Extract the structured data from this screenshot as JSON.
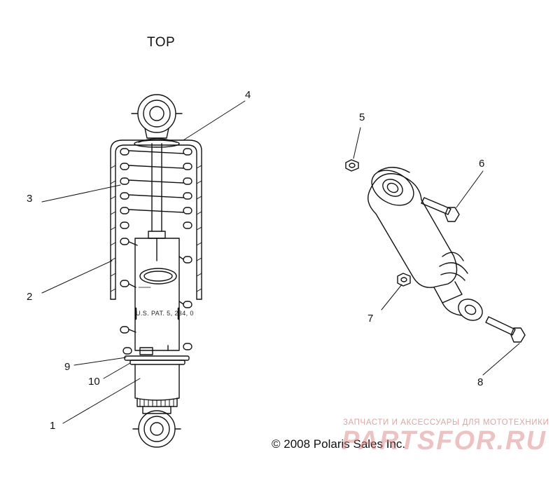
{
  "title": "TOP",
  "imprint": "U.S. PAT. 5, 234, 0",
  "copyright": "© 2008  Polaris Sales Inc.",
  "watermark": {
    "caption": "ЗАПЧАСТИ И АКСЕССУАРЫ ДЛЯ МОТОТЕХНИКИ",
    "brand": "PARTSFOR.RU",
    "color": "#d98c8c"
  },
  "callouts": [
    {
      "id": "1",
      "label": "1"
    },
    {
      "id": "2",
      "label": "2"
    },
    {
      "id": "3",
      "label": "3"
    },
    {
      "id": "4",
      "label": "4"
    },
    {
      "id": "5",
      "label": "5"
    },
    {
      "id": "6",
      "label": "6"
    },
    {
      "id": "7",
      "label": "7"
    },
    {
      "id": "8",
      "label": "8"
    },
    {
      "id": "9",
      "label": "9"
    },
    {
      "id": "10",
      "label": "10"
    }
  ],
  "colors": {
    "line": "#111111",
    "background": "#ffffff"
  }
}
